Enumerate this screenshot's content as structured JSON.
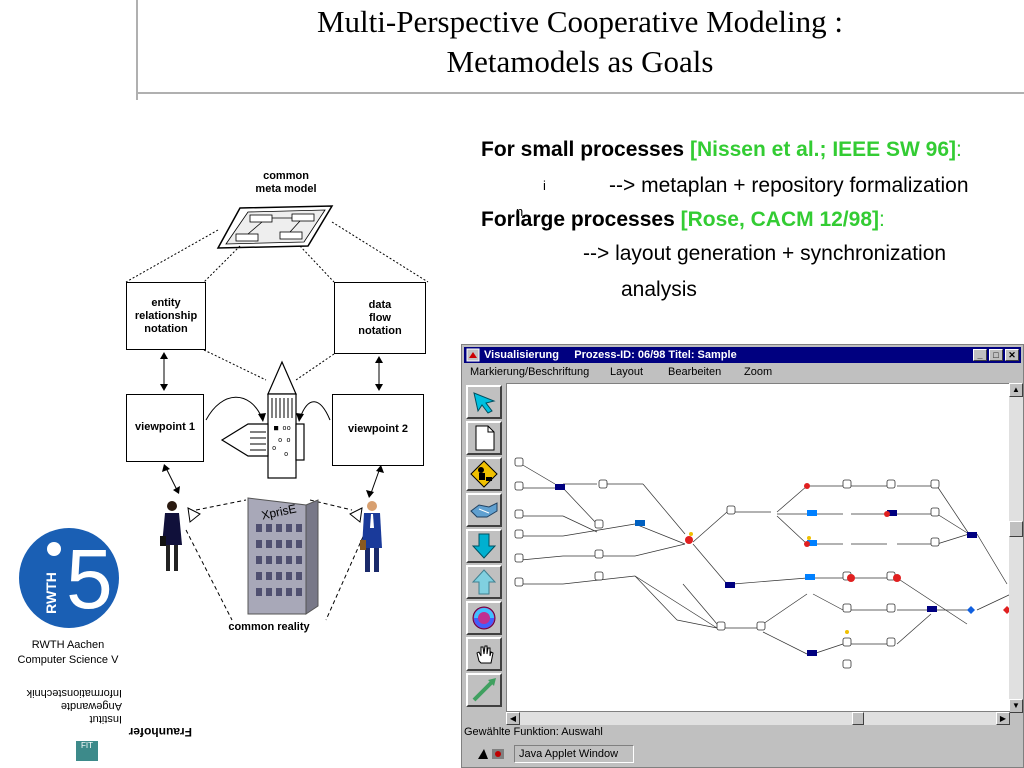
{
  "slide": {
    "title_line1": "Multi-Perspective Cooperative Modeling :",
    "title_line2": "Metamodels as Goals"
  },
  "bullets": {
    "small_label": "For small processes",
    "small_ref": "[Nissen et al.; IEEE SW 96]",
    "small_colon": ":",
    "small_marker": "i",
    "small_result": "--> metaplan + repository formalization",
    "large_prefix": "For",
    "large_marker": "n",
    "large_label": "large processes",
    "large_ref": "[Rose, CACM 12/98]",
    "large_colon": ":",
    "large_result_line1": "--> layout generation + synchronization",
    "large_result_line2": "analysis"
  },
  "diagram": {
    "common_meta_model": "common\nmeta model",
    "entity_box": "entity\nrelationship\nnotation",
    "dataflow_box": "data\nflow\nnotation",
    "viewpoint1": "viewpoint 1",
    "viewpoint2": "viewpoint 2",
    "building_label": "XprisE",
    "common_reality": "common reality"
  },
  "logo": {
    "rwth": "RWTH",
    "digit": "5",
    "line1": "RWTH Aachen",
    "line2": "Computer Science V",
    "fraunhofer": "Fraunhofer",
    "institut": "Institut",
    "angewandte": "Angewandte",
    "informationstechnik": "Informationstechnik",
    "fit": "FIT",
    "logo_color": "#1a5fb4"
  },
  "applet": {
    "title": "Visualisierung     Prozess-ID: 06/98 Titel: Sample",
    "menu": [
      "Markierung/Beschriftung",
      "Layout",
      "Bearbeiten",
      "Zoom"
    ],
    "status": "Gewählte Funktion: Auswahl",
    "taskbar_label": "Java Applet Window",
    "titlebar_color": "#000080",
    "tools": [
      "select-arrow-icon",
      "new-page-icon",
      "construction-worker-icon",
      "handshake-icon",
      "arrow-down-icon",
      "arrow-up-icon",
      "refresh-icon",
      "hand-icon",
      "pen-arrow-icon"
    ]
  }
}
